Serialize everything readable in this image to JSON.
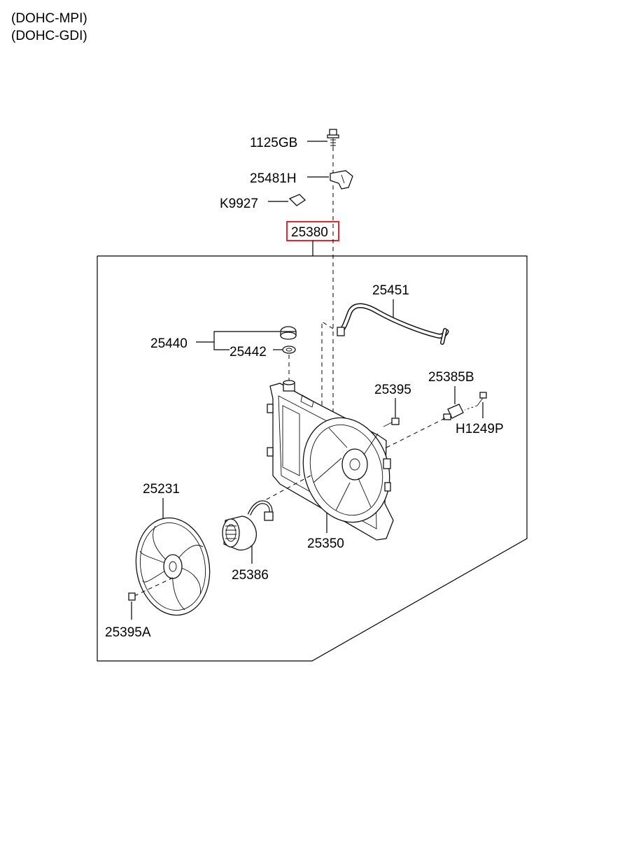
{
  "header": {
    "line1": "(DOHC-MPI)",
    "line2": "(DOHC-GDI)"
  },
  "highlight_color": "#e8262b",
  "parts": {
    "p1125GB": "1125GB",
    "p25481H": "25481H",
    "pK9927": "K9927",
    "p25380": "25380",
    "p25451": "25451",
    "p25440": "25440",
    "p25442": "25442",
    "p25395": "25395",
    "p25385B": "25385B",
    "pH1249P": "H1249P",
    "p25231": "25231",
    "p25350": "25350",
    "p25386": "25386",
    "p25395A": "25395A"
  }
}
